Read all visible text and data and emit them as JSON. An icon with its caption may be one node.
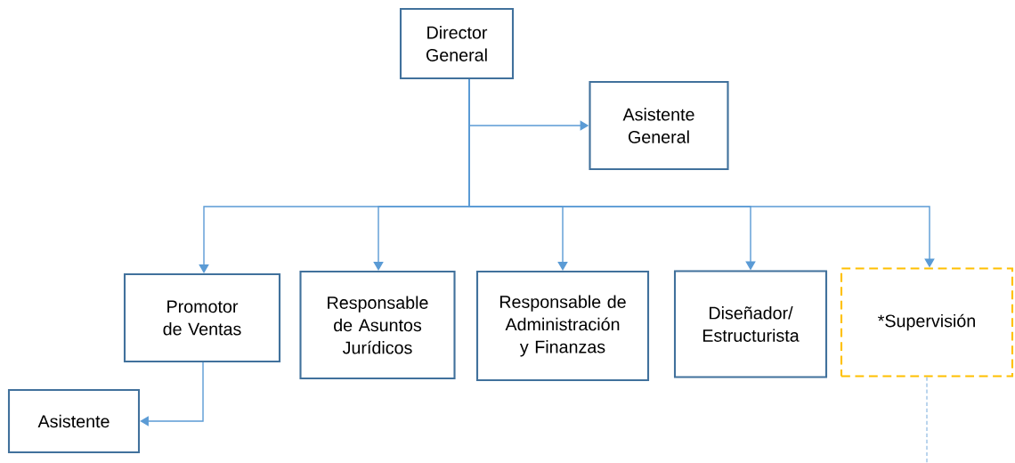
{
  "diagram": {
    "nodes": [
      {
        "text": [
          "Director General"
        ]
      },
      {
        "text": [
          "Asistente General"
        ]
      },
      {
        "text": [
          "Promotor de Ventas"
        ]
      },
      {
        "text": [
          "Responsable de Asuntos Jurídicos"
        ]
      },
      {
        "text": [
          "Responsable de Administración y Finanzas"
        ]
      },
      {
        "text": [
          "Diseñador/ Estructurista"
        ]
      },
      {
        "text": [
          "*Supervisión"
        ]
      },
      {
        "text": [
          "Asistente"
        ]
      }
    ],
    "edges": [
      {
        "from": 0,
        "to": 1,
        "arrow": "to"
      },
      {
        "from": 0,
        "to": 2,
        "arrow": "to"
      },
      {
        "from": 0,
        "to": 3,
        "arrow": "to"
      },
      {
        "from": 0,
        "to": 4,
        "arrow": "to"
      },
      {
        "from": 0,
        "to": 5,
        "arrow": "to"
      },
      {
        "from": 0,
        "to": 6,
        "arrow": "to"
      },
      {
        "from": 2,
        "to": 7,
        "arrow": "to"
      },
      {
        "from": 6,
        "to": null,
        "arrow": "none",
        "style": "dashed",
        "color": "#9dc3e6"
      }
    ]
  }
}
